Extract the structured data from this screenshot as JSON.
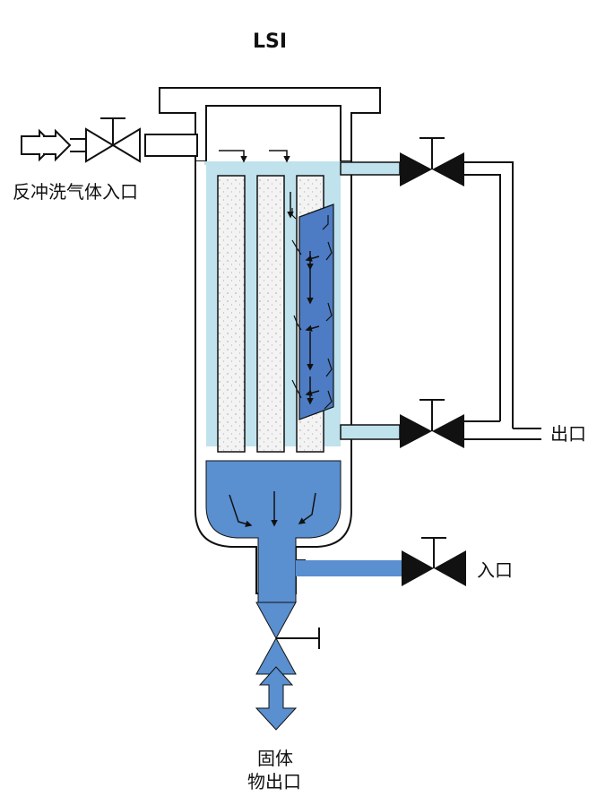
{
  "title": "LSI",
  "labels": {
    "backwash_gas_inlet": "反冲洗气体入口",
    "outlet": "出口",
    "inlet": "入口",
    "solids_outlet_line1": "固体",
    "solids_outlet_line2": "物出口"
  },
  "colors": {
    "outline": "#111111",
    "liquid_light": "#bfe2ec",
    "liquid_dark": "#5a8fd0",
    "cake": "#4d7cc4",
    "filter_element": "#f2f2f2",
    "valve": "#111111",
    "background": "#ffffff"
  },
  "icons": [
    "valve-icon",
    "flow-arrow-icon",
    "hollow-arrow-icon"
  ]
}
